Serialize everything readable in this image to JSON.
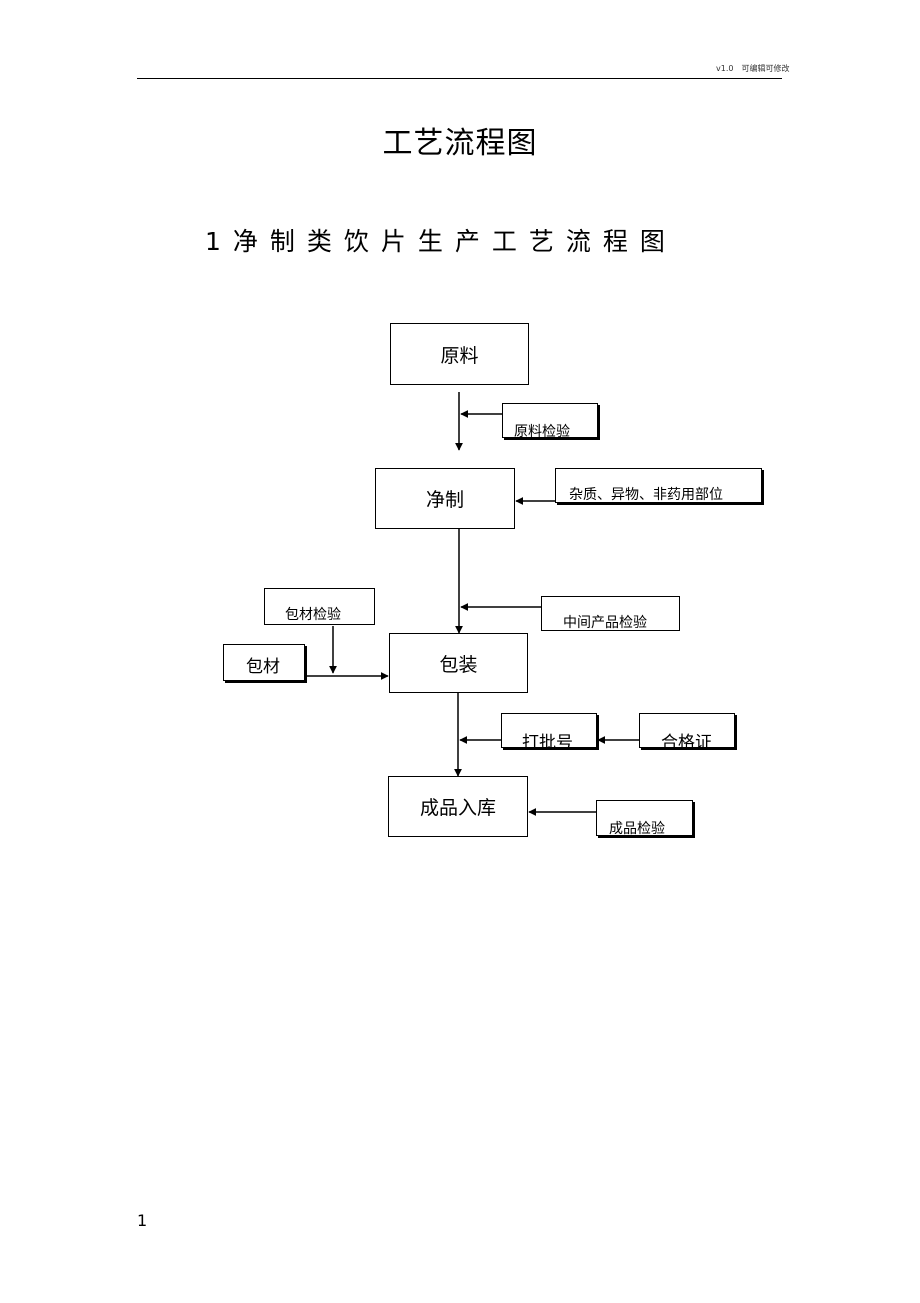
{
  "header": {
    "note": "v1.0　可编辑可修改"
  },
  "document": {
    "title": "工艺流程图",
    "section_title": "1净制类饮片生产工艺流程图",
    "page_number": "1"
  },
  "flowchart": {
    "main_steps": {
      "raw_material": "原料",
      "purification": "净制",
      "packaging": "包装",
      "finished_storage": "成品入库"
    },
    "side_items": {
      "raw_material_inspection": "原料检验",
      "impurities": "杂质、异物、非药用部位",
      "intermediate_inspection": "中间产品检验",
      "packaging_material_inspection": "包材检验",
      "packaging_material": "包材",
      "batch_number": "打批号",
      "certificate": "合格证",
      "finished_inspection": "成品检验"
    }
  }
}
